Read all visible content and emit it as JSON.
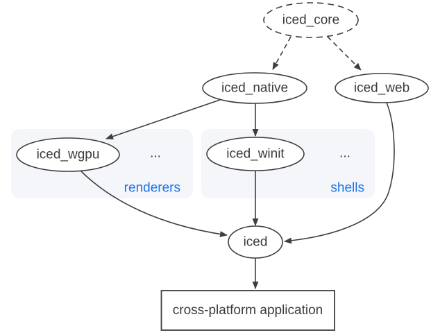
{
  "diagram": {
    "nodes": {
      "iced_core": {
        "label": "iced_core",
        "shape": "ellipse",
        "border": "dashed"
      },
      "iced_native": {
        "label": "iced_native",
        "shape": "ellipse",
        "border": "solid"
      },
      "iced_web": {
        "label": "iced_web",
        "shape": "ellipse",
        "border": "solid"
      },
      "iced_wgpu": {
        "label": "iced_wgpu",
        "shape": "ellipse",
        "border": "solid",
        "group": "renderers"
      },
      "iced_winit": {
        "label": "iced_winit",
        "shape": "ellipse",
        "border": "solid",
        "group": "shells"
      },
      "iced": {
        "label": "iced",
        "shape": "ellipse",
        "border": "solid"
      },
      "app": {
        "label": "cross-platform application",
        "shape": "rect",
        "border": "solid"
      }
    },
    "groups": {
      "renderers": {
        "label": "renderers",
        "ellipsis": "..."
      },
      "shells": {
        "label": "shells",
        "ellipsis": "..."
      }
    },
    "edges": [
      {
        "from": "iced_core",
        "to": "iced_native",
        "style": "dashed"
      },
      {
        "from": "iced_core",
        "to": "iced_web",
        "style": "dashed"
      },
      {
        "from": "iced_native",
        "to": "iced_wgpu",
        "style": "solid"
      },
      {
        "from": "iced_native",
        "to": "iced_winit",
        "style": "solid"
      },
      {
        "from": "iced_wgpu",
        "to": "iced",
        "style": "solid"
      },
      {
        "from": "iced_winit",
        "to": "iced",
        "style": "solid"
      },
      {
        "from": "iced_web",
        "to": "iced",
        "style": "solid"
      },
      {
        "from": "iced",
        "to": "app",
        "style": "solid"
      }
    ],
    "colors": {
      "stroke": "#3e3e3e",
      "text": "#3b3b3b",
      "group_label_blue": "#1a73e8",
      "group_fill": "#f4f6f9",
      "node_fill": "#ffffff",
      "background": "#ffffff"
    }
  }
}
